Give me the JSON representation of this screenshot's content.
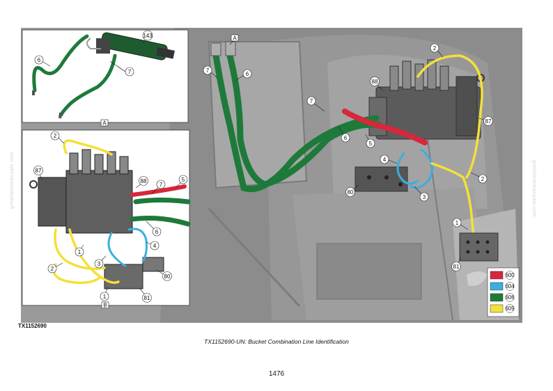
{
  "figure_id": "TX1152690",
  "caption": "TX1152690-UN: Bucket Combination Line Identification",
  "page_number": "1476",
  "watermark": "greatfarmmanuals.com",
  "view_labels": {
    "a": "A",
    "b": "B"
  },
  "callouts": {
    "c1": "1",
    "c2": "2",
    "c3": "3",
    "c4": "4",
    "c5": "5",
    "c6": "6",
    "c7": "7",
    "c80": "80",
    "c81": "81",
    "c87": "87",
    "c88": "88",
    "c143": "143"
  },
  "legend": [
    {
      "label": "600",
      "color": "#d6283a"
    },
    {
      "label": "604",
      "color": "#3aaee0"
    },
    {
      "label": "606",
      "color": "#1e7a3a"
    },
    {
      "label": "609",
      "color": "#f3e03a"
    }
  ],
  "colors": {
    "red": "#d6283a",
    "blue": "#3aaee0",
    "green": "#1e7a3a",
    "yellow": "#f3e03a",
    "cab_gray": "#8f8f8f",
    "panel_bg": "#ffffff"
  }
}
